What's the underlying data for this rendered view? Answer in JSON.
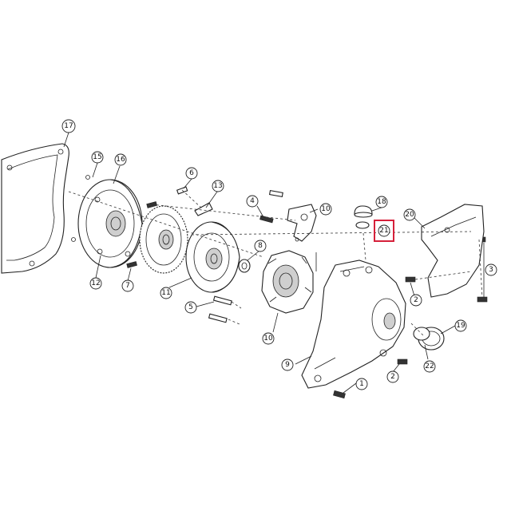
{
  "highlight_color": "#d6203a",
  "callouts": [
    {
      "id": "c17",
      "label": "17"
    },
    {
      "id": "c15",
      "label": "15"
    },
    {
      "id": "c16",
      "label": "16"
    },
    {
      "id": "c12",
      "label": "12"
    },
    {
      "id": "c7",
      "label": "7"
    },
    {
      "id": "c6",
      "label": "6"
    },
    {
      "id": "c13",
      "label": "13"
    },
    {
      "id": "c11",
      "label": "11"
    },
    {
      "id": "c5",
      "label": "5"
    },
    {
      "id": "c8",
      "label": "8"
    },
    {
      "id": "c4",
      "label": "4"
    },
    {
      "id": "c10a",
      "label": "10"
    },
    {
      "id": "c10b",
      "label": "10"
    },
    {
      "id": "c18",
      "label": "18"
    },
    {
      "id": "c21",
      "label": "21",
      "highlighted": true
    },
    {
      "id": "c20",
      "label": "20"
    },
    {
      "id": "c3",
      "label": "3"
    },
    {
      "id": "c2a",
      "label": "2"
    },
    {
      "id": "c19",
      "label": "19"
    },
    {
      "id": "c22",
      "label": "22"
    },
    {
      "id": "c2b",
      "label": "2"
    },
    {
      "id": "c9",
      "label": "9"
    },
    {
      "id": "c1",
      "label": "1"
    }
  ]
}
